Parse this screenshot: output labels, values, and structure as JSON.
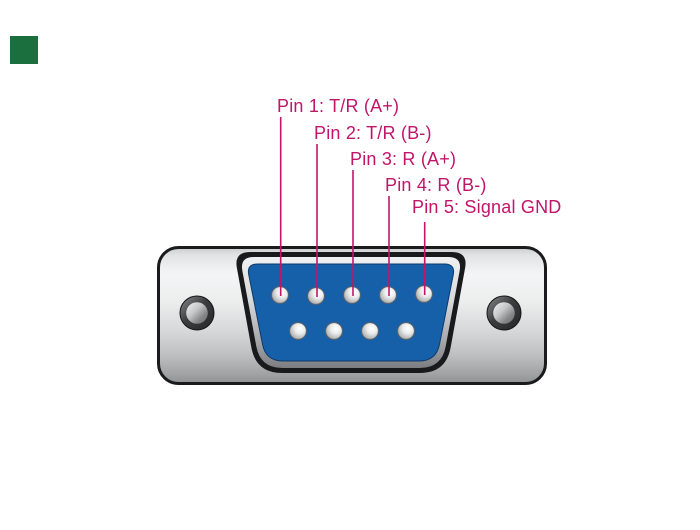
{
  "colors": {
    "background": "#ffffff",
    "label_text": "#c1156a",
    "callout_line": "#c1156a",
    "connector_blue": "#1560a8",
    "brand_green": "#1b6e3e"
  },
  "diagram": {
    "pin_labels": [
      {
        "pin": "1",
        "text": "Pin 1: T/R (A+)"
      },
      {
        "pin": "2",
        "text": "Pin 2: T/R (B-)"
      },
      {
        "pin": "3",
        "text": "Pin 3: R (A+)"
      },
      {
        "pin": "4",
        "text": "Pin 4: R (B-)"
      },
      {
        "pin": "5",
        "text": "Pin 5: Signal GND"
      }
    ],
    "connector": {
      "kind": "d-sub-9-male",
      "pins_top_row": 5,
      "pins_bottom_row": 4
    }
  }
}
